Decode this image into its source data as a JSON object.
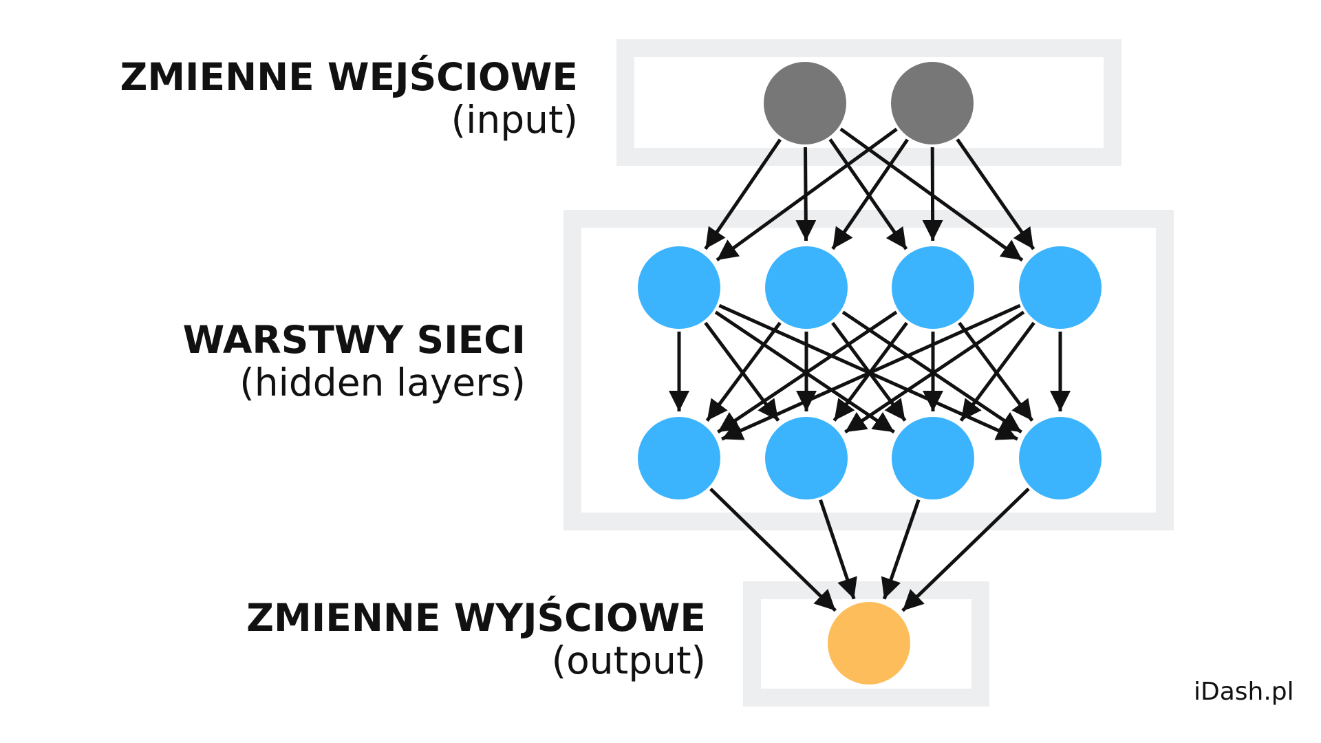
{
  "labels": {
    "input": {
      "title": "ZMIENNE WEJŚCIOWE",
      "sub": "(input)"
    },
    "hidden": {
      "title": "WARSTWY SIECI",
      "sub": "(hidden layers)"
    },
    "output": {
      "title": "ZMIENNE WYJŚCIOWE",
      "sub": "(output)"
    }
  },
  "brand": "iDash.pl",
  "colors": {
    "input_node": "#777777",
    "hidden_node": "#3bb4fd",
    "output_node": "#fdbd5a",
    "frame": "#edeef0",
    "edge": "#111111"
  },
  "network": {
    "layers": [
      {
        "name": "input",
        "nodes": 2
      },
      {
        "name": "hidden-1",
        "nodes": 4
      },
      {
        "name": "hidden-2",
        "nodes": 4
      },
      {
        "name": "output",
        "nodes": 1
      }
    ],
    "connections": "fully-connected"
  }
}
